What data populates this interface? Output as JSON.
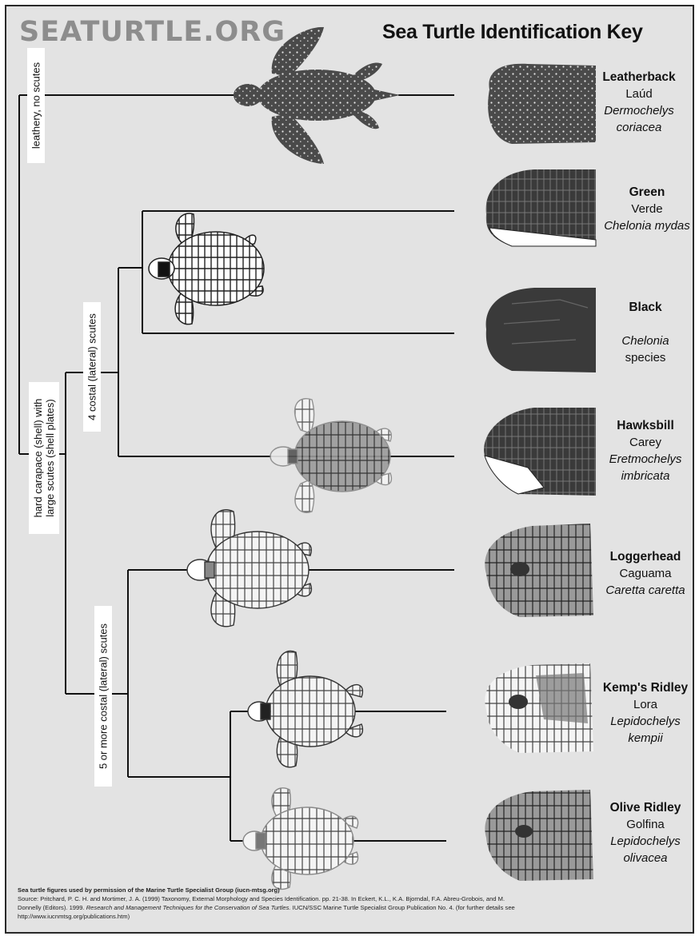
{
  "brand": "SEATURTLE.ORG",
  "title": "Sea Turtle Identification Key",
  "branches": {
    "leathery": "leathery, no scutes",
    "hard_line1": "hard carapace (shell) with",
    "hard_line2": "large scutes (shell plates)",
    "four_costal": "4 costal (lateral) scutes",
    "five_costal": "5 or more costal (lateral) scutes"
  },
  "species": [
    {
      "common": "Leatherback",
      "spanish": "Laúd",
      "sci1": "Dermochelys",
      "sci2": "coriacea"
    },
    {
      "common": "Green",
      "spanish": "Verde",
      "sci1": "Chelonia mydas",
      "sci2": ""
    },
    {
      "common": "Black",
      "spanish": "",
      "sci1": "Chelonia",
      "sci2": "species"
    },
    {
      "common": "Hawksbill",
      "spanish": "Carey",
      "sci1": "Eretmochelys",
      "sci2": "imbricata"
    },
    {
      "common": "Loggerhead",
      "spanish": "Caguama",
      "sci1": "Caretta caretta",
      "sci2": ""
    },
    {
      "common": "Kemp's Ridley",
      "spanish": "Lora",
      "sci1": "Lepidochelys",
      "sci2": "kempii"
    },
    {
      "common": "Olive Ridley",
      "spanish": "Golfina",
      "sci1": "Lepidochelys",
      "sci2": "olivacea"
    }
  ],
  "footer": {
    "credit": "Sea turtle figures used by permission of the Marine Turtle Specialist Group (iucn-mtsg.org)",
    "source_a": "Source: Pritchard, P. C. H. and Mortimer, J. A. (1999) Taxonomy, External Morphology and Species Identification. pp. 21-38. In Eckert, K.L., K.A. Bjorndal, F.A. Abreu-Grobois, and M.",
    "source_b": "Donnelly (Editors). 1999.",
    "source_book": "Research and Management Techniques for the Conservation of Sea Turtles.",
    "source_c": "IUCN/SSC Marine Turtle Specialist Group Publication No. 4. (for further details see",
    "source_url": "http://www.iucnmtsg.org/publications.htm)"
  },
  "colors": {
    "background": "#e3e3e3",
    "line": "#111111",
    "brand": "#8d8d8d"
  }
}
